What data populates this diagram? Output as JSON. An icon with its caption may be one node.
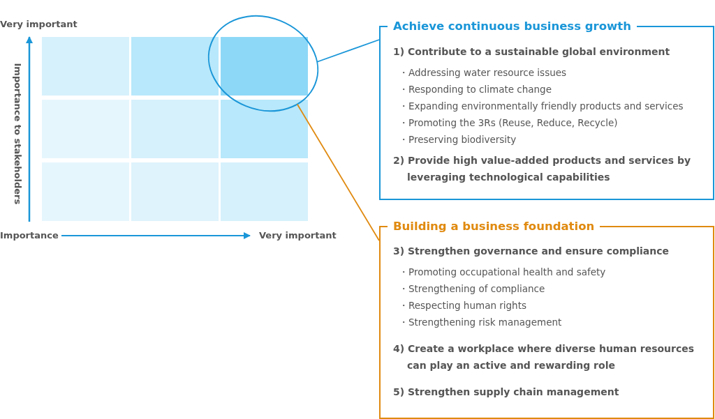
{
  "diagram": {
    "nodes": [
      {
        "text": [
          "Achieve continuous business growth",
          "1) Contribute to a sustainable global environment",
          "・Addressing water resource issues",
          "・Responding to climate change",
          "・Expanding environmentally friendly products and services",
          "・Promoting the 3Rs (Reuse, Reduce, Recycle)",
          "・Preserving biodiversity",
          "2) Provide high value-added products and services by leveraging technological capabilities"
        ]
      },
      {
        "text": [
          "Building a business foundation",
          "3) Strengthen governance and ensure compliance",
          "・Promoting occupational health and safety",
          "・Strengthening of compliance",
          "・Respecting human rights",
          "・Strengthening risk management",
          "4) Create a workplace where diverse human resources can play an active and rewarding role",
          "5) Strengthen supply chain management"
        ]
      },
      {
        "text": [],
        "shape": "circle"
      }
    ],
    "edges": [
      {
        "from": 2,
        "to": 0,
        "arrow": "none"
      },
      {
        "from": 2,
        "to": 1,
        "arrow": "none",
        "color": "#e08a10"
      }
    ],
    "labels": [
      "Very important",
      "Importance to stakeholders",
      "Importance",
      "Very important"
    ]
  }
}
